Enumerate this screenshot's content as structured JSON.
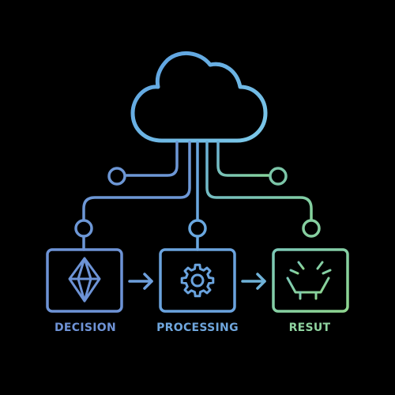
{
  "diagram": {
    "nodes": [
      {
        "label": "DECISION",
        "icon": "diamond-gem-icon",
        "color": "#6f93d6"
      },
      {
        "label": "PROCESSING",
        "icon": "gear-icon",
        "color": "#6fa6dd"
      },
      {
        "label": "RESUT",
        "icon": "bowl-burst-icon",
        "color": "#8fd39f"
      }
    ],
    "top_icon": "cloud-icon",
    "colors": {
      "background": "#000000",
      "cloud": "#6cb6e6",
      "left_branch": "#6d97d6",
      "center_branch": "#6aa8e0",
      "right_branch": "#7cc6a8",
      "arrow": "#6e9fdc"
    }
  }
}
